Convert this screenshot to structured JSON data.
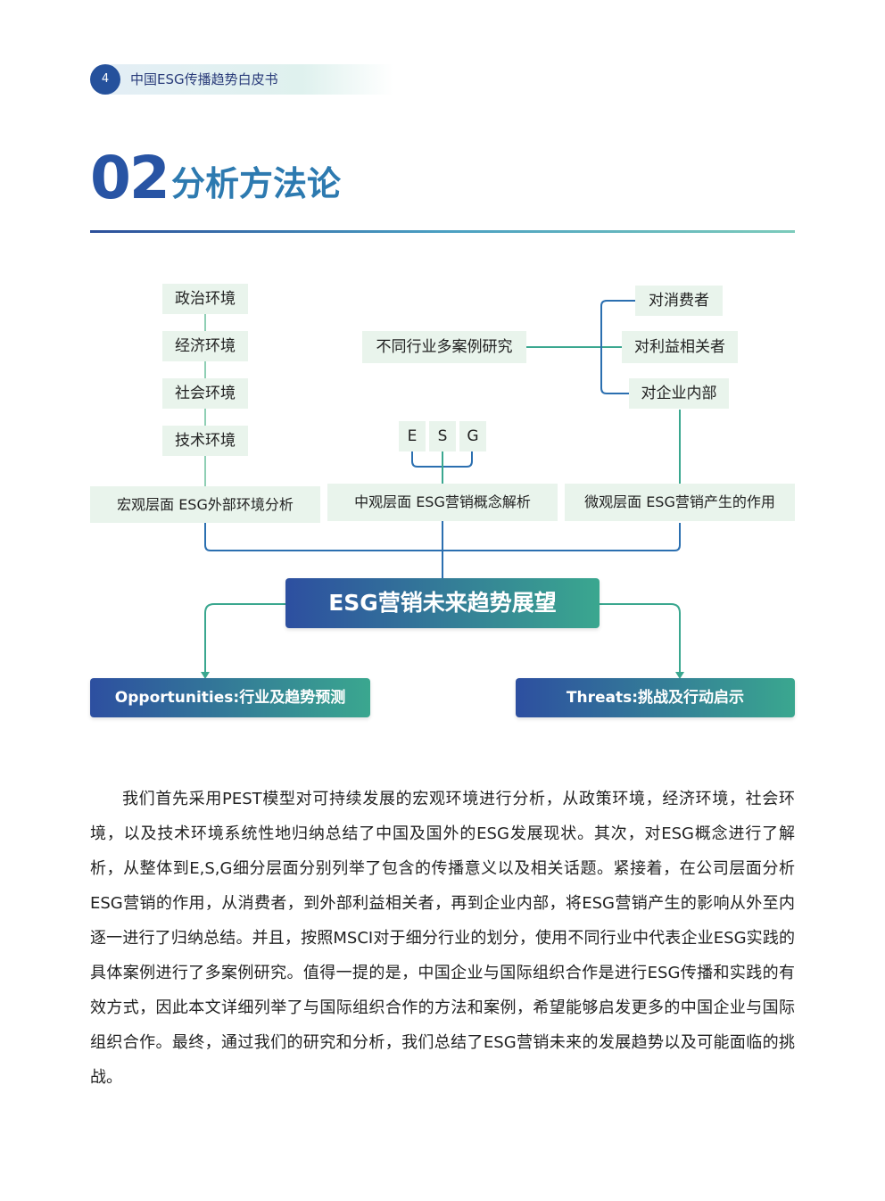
{
  "header": {
    "page_number": "4",
    "title": "中国ESG传播趋势白皮书"
  },
  "section": {
    "number": "02",
    "title": "分析方法论"
  },
  "diagram": {
    "macro_items": [
      "政治环境",
      "经济环境",
      "社会环境",
      "技术环境"
    ],
    "case_study": "不同行业多案例研究",
    "micro_items": [
      "对消费者",
      "对利益相关者",
      "对企业内部"
    ],
    "esg_letters": [
      "E",
      "S",
      "G"
    ],
    "level_boxes": {
      "macro": "宏观层面 ESG外部环境分析",
      "meso": "中观层面 ESG营销概念解析",
      "micro": "微观层面 ESG营销产生的作用"
    },
    "central": "ESG营销未来趋势展望",
    "opportunities": "Opportunities:行业及趋势预测",
    "threats": "Threats:挑战及行动启示"
  },
  "body": {
    "paragraph": "我们首先采用PEST模型对可持续发展的宏观环境进行分析，从政策环境，经济环境，社会环境，以及技术环境系统性地归纳总结了中国及国外的ESG发展现状。其次，对ESG概念进行了解析，从整体到E,S,G细分层面分别列举了包含的传播意义以及相关话题。紧接着，在公司层面分析ESG营销的作用，从消费者，到外部利益相关者，再到企业内部，将ESG营销产生的影响从外至内逐一进行了归纳总结。并且，按照MSCI对于细分行业的划分，使用不同行业中代表企业ESG实践的具体案例进行了多案例研究。值得一提的是，中国企业与国际组织合作是进行ESG传播和实践的有效方式，因此本文详细列举了与国际组织合作的方法和案例，希望能够启发更多的中国企业与国际组织合作。最终，通过我们的研究和分析，我们总结了ESG营销未来的发展趋势以及可能面临的挑战。"
  },
  "colors": {
    "brand_blue": "#2854a4",
    "brand_teal": "#3aa78f",
    "box_fill": "#e9f4ec"
  }
}
